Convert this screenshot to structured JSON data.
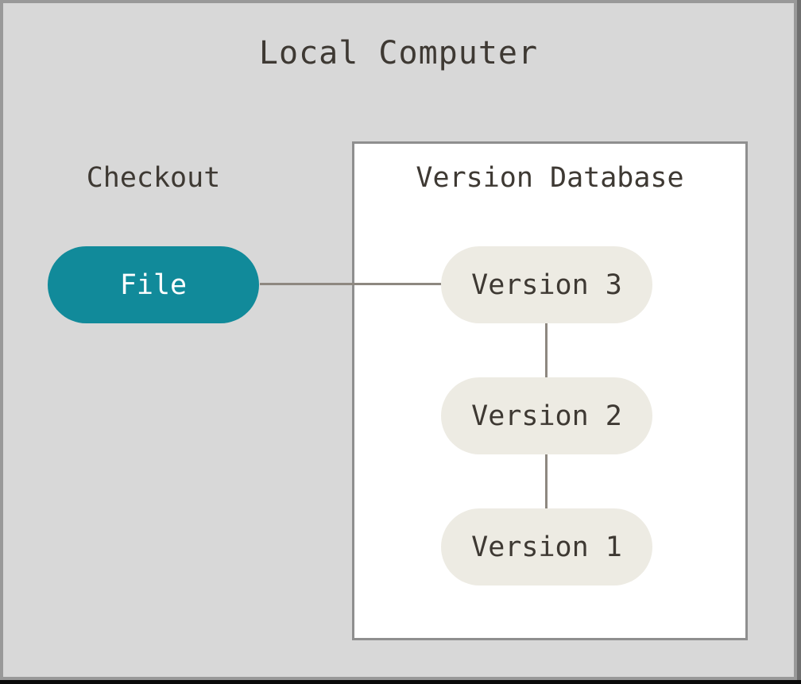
{
  "diagram": {
    "title": "Local Computer",
    "checkout_label": "Checkout",
    "file_node": {
      "label": "File"
    },
    "version_database": {
      "title": "Version Database",
      "versions": [
        {
          "label": "Version 3"
        },
        {
          "label": "Version 2"
        },
        {
          "label": "Version 1"
        }
      ]
    },
    "connections": [
      {
        "from": "File",
        "to": "Version 3",
        "direction": "horizontal"
      },
      {
        "from": "Version 3",
        "to": "Version 2",
        "direction": "vertical"
      },
      {
        "from": "Version 2",
        "to": "Version 1",
        "direction": "vertical"
      }
    ],
    "colors": {
      "canvas_background": "#d8d8d8",
      "frame_border": "#999999",
      "frame_edge_right": "#6f6f6f",
      "frame_edge_bottom": "#0a0a0a",
      "box_background": "#ffffff",
      "box_border": "#8f8f8f",
      "file_node_fill": "#118a9a",
      "file_node_text": "#ffffff",
      "version_node_fill": "#edebe3",
      "text": "#3e3933",
      "connector": "#8e8880"
    }
  }
}
